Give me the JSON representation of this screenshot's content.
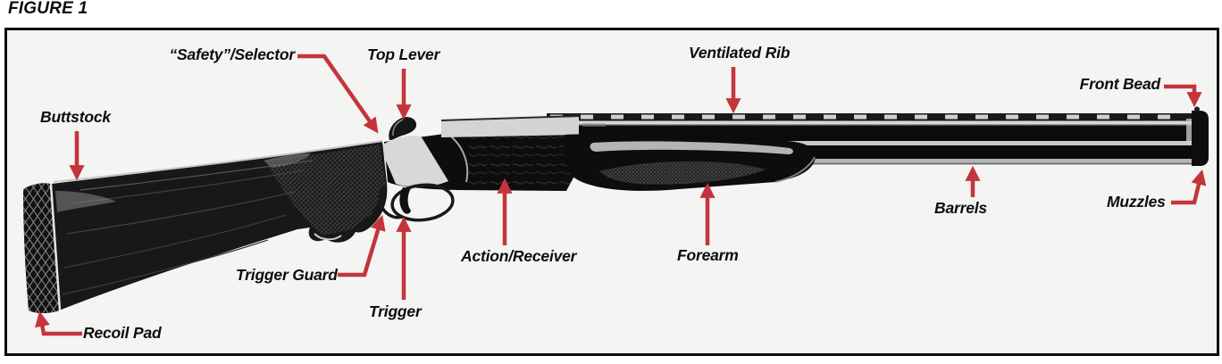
{
  "figure": {
    "title": "FIGURE 1"
  },
  "colors": {
    "arrow": "#C4343B",
    "frame": "#0B0B0B",
    "canvas": "#F4F4F2",
    "text": "#0D0D0D"
  },
  "labels": [
    {
      "id": "buttstock",
      "text": "Buttstock"
    },
    {
      "id": "safety-selector",
      "text": "“Safety”/Selector"
    },
    {
      "id": "top-lever",
      "text": "Top Lever"
    },
    {
      "id": "ventilated-rib",
      "text": "Ventilated Rib"
    },
    {
      "id": "front-bead",
      "text": "Front Bead"
    },
    {
      "id": "barrels",
      "text": "Barrels"
    },
    {
      "id": "muzzles",
      "text": "Muzzles"
    },
    {
      "id": "action-receiver",
      "text": "Action/Receiver"
    },
    {
      "id": "forearm",
      "text": "Forearm"
    },
    {
      "id": "trigger-guard",
      "text": "Trigger Guard"
    },
    {
      "id": "trigger",
      "text": "Trigger"
    },
    {
      "id": "recoil-pad",
      "text": "Recoil Pad"
    }
  ]
}
